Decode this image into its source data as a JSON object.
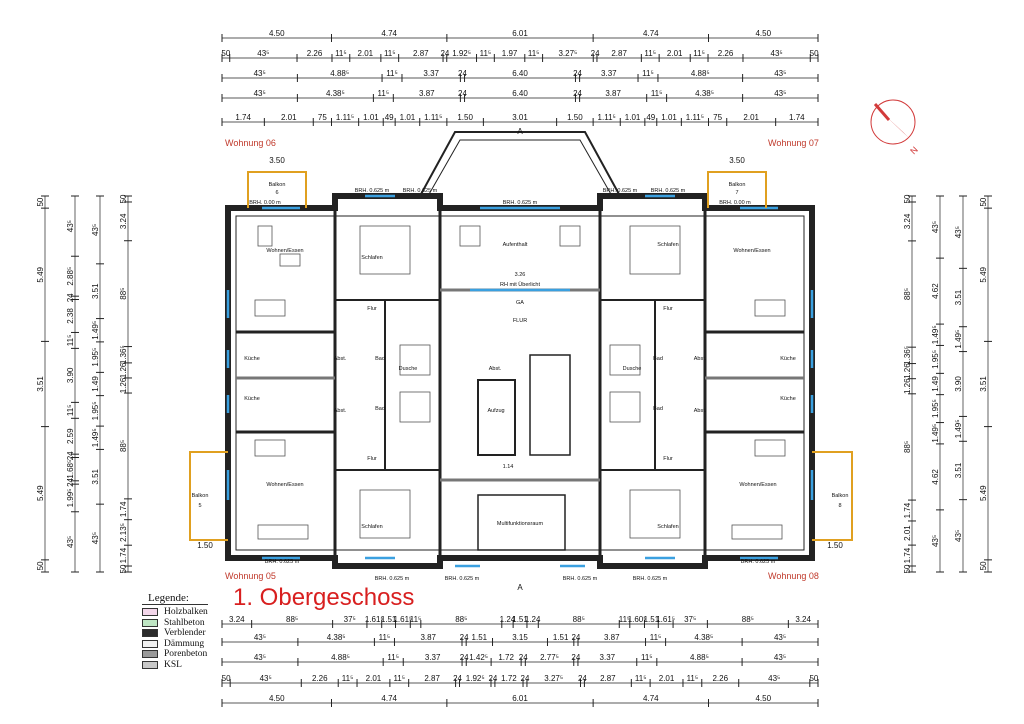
{
  "title": "1. Obergeschoss",
  "legend": {
    "heading": "Legende:",
    "items": [
      {
        "label": "Holzbalken",
        "color": "#f3d6ea"
      },
      {
        "label": "Stahlbeton",
        "color": "#bfe6c4"
      },
      {
        "label": "Verblender",
        "color": "#2b2b2b"
      },
      {
        "label": "Dämmung",
        "color": "#f2f2f2"
      },
      {
        "label": "Porenbeton",
        "color": "#9a9a9a"
      },
      {
        "label": "KSL",
        "color": "#c8c8c8"
      }
    ]
  },
  "apartments": {
    "w05": "Wohnung 05",
    "w06": "Wohnung 06",
    "w07": "Wohnung 07",
    "w08": "Wohnung 08"
  },
  "rooms": {
    "wohnen": "Wohnen/Essen",
    "schlafen": "Schlafen",
    "kueche": "Küche",
    "bad": "Bad",
    "flur": "Flur",
    "abst": "Abst.",
    "balkon": "Balkon",
    "aufenthalt": "Aufenthalt",
    "rh": "RH mit Überlicht",
    "rh_dim": "3.26",
    "flur_main": "FLUR",
    "aufzug": "Aufzug",
    "multi": "Multifunktionsraum",
    "dusche": "Dusche",
    "brh_0625": "BRH. 0.625 m",
    "brh_000": "BRH. 0.00 m",
    "ga": "GA",
    "balkon_width": "3.50",
    "balkon_depth": "1.50",
    "lift_width": "1.14",
    "section": "A",
    "nums": [
      "5",
      "6",
      "7",
      "8"
    ]
  },
  "dimensions": {
    "top": [
      [
        "4.50",
        "4.74",
        "6.01",
        "4.74",
        "4.50"
      ],
      [
        "50",
        "43⁵",
        "2.26",
        "11⁵",
        "2.01",
        "11⁵",
        "2.87",
        "24",
        "1.92⁵",
        "11⁵",
        "1.97",
        "11⁵",
        "3.27⁵",
        "24",
        "2.87",
        "11⁵",
        "2.01",
        "11⁵",
        "2.26",
        "43⁵",
        "50"
      ],
      [
        "43⁵",
        "4.88⁵",
        "11⁵",
        "3.37",
        "24",
        "6.40",
        "24",
        "3.37",
        "11⁵",
        "4.88⁵",
        "43⁵"
      ],
      [
        "43⁵",
        "4.38⁵",
        "11⁵",
        "3.87",
        "24",
        "6.40",
        "24",
        "3.87",
        "11⁵",
        "4.38⁵",
        "43⁵"
      ],
      [
        "1.74",
        "2.01",
        "75",
        "1.11⁵",
        "1.01",
        "49",
        "1.01",
        "1.11⁵",
        "1.50",
        "3.01",
        "1.50",
        "1.11⁵",
        "1.01",
        "49",
        "1.01",
        "1.11⁵",
        "75",
        "2.01",
        "1.74"
      ]
    ],
    "bottom": [
      [
        "3.24",
        "88⁵",
        "37⁵",
        "1.61⁵",
        "1.51",
        "1.61⁵",
        "11⁵",
        "88⁵",
        "1.24",
        "1.51",
        "1.24",
        "88⁵",
        "11⁵",
        "1.60⁵",
        "1.51",
        "1.61⁵",
        "37⁵",
        "88⁵",
        "3.24"
      ],
      [
        "43⁵",
        "4.38⁵",
        "11⁵",
        "3.87",
        "24",
        "1.51",
        "3.15",
        "1.51",
        "24",
        "3.87",
        "11⁵",
        "4.38⁵",
        "43⁵"
      ],
      [
        "43⁵",
        "4.88⁵",
        "11⁵",
        "3.37",
        "24",
        "1.42⁵",
        "1.72",
        "24",
        "2.77⁵",
        "24",
        "3.37",
        "11⁵",
        "4.88⁵",
        "43⁵"
      ],
      [
        "50",
        "43⁵",
        "2.26",
        "11⁵",
        "2.01",
        "11⁵",
        "2.87",
        "24",
        "1.92⁵",
        "24",
        "1.72",
        "24",
        "3.27⁵",
        "24",
        "2.87",
        "11⁵",
        "2.01",
        "11⁵",
        "2.26",
        "43⁵",
        "50"
      ],
      [
        "4.50",
        "4.74",
        "6.01",
        "4.74",
        "4.50"
      ]
    ],
    "left": [
      [
        "50",
        "5.49",
        "3.51",
        "5.49",
        "50"
      ],
      [
        "43⁵",
        "2.88⁵",
        "24",
        "2.38",
        "11⁵",
        "3.90",
        "11⁵",
        "2.59",
        "24",
        "1.68⁵",
        "24",
        "1.99⁵",
        "43⁵"
      ],
      [
        "43⁵",
        "3.51",
        "1.49⁵",
        "1.95⁵",
        "1.49",
        "1.95⁵",
        "1.49⁵",
        "3.51",
        "43⁵"
      ],
      [
        "50",
        "3.24",
        "88⁵",
        "1.36⁵",
        "1.26",
        "1.26",
        "88⁵",
        "1.74",
        "2.13⁵",
        "1.74",
        "50"
      ]
    ],
    "right": [
      [
        "50",
        "3.24",
        "88⁵",
        "1.36⁵",
        "1.26",
        "1.26",
        "88⁵",
        "1.74",
        "2.01",
        "1.74",
        "50"
      ],
      [
        "43⁵",
        "4.62",
        "1.49⁵",
        "1.95⁵",
        "1.49",
        "1.95⁵",
        "1.49⁵",
        "4.62",
        "43⁵"
      ],
      [
        "43⁵",
        "3.51",
        "1.49⁵",
        "3.90",
        "1.49⁵",
        "3.51",
        "43⁵"
      ],
      [
        "50",
        "5.49",
        "3.51",
        "5.49",
        "50"
      ]
    ]
  },
  "compass": "N"
}
